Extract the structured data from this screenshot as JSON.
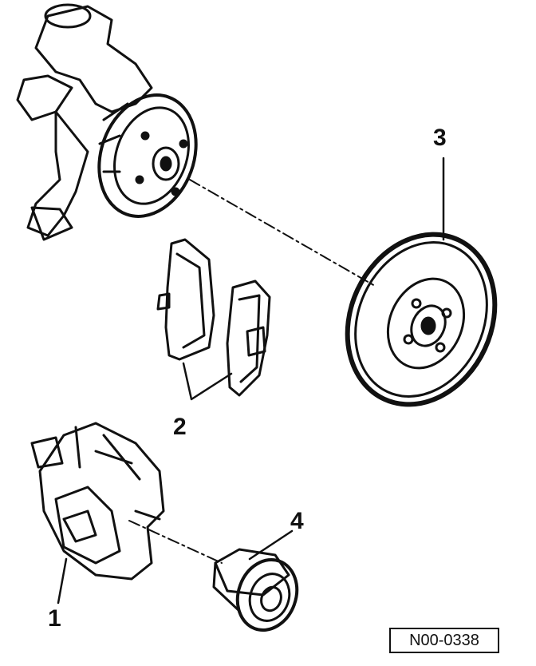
{
  "callouts": {
    "caliper": "1",
    "brake_pads": "2",
    "brake_disc": "3",
    "wheel_bearing": "4"
  },
  "figure_id": "N00-0338",
  "colors": {
    "ink": "#111111",
    "paper": "#ffffff"
  }
}
